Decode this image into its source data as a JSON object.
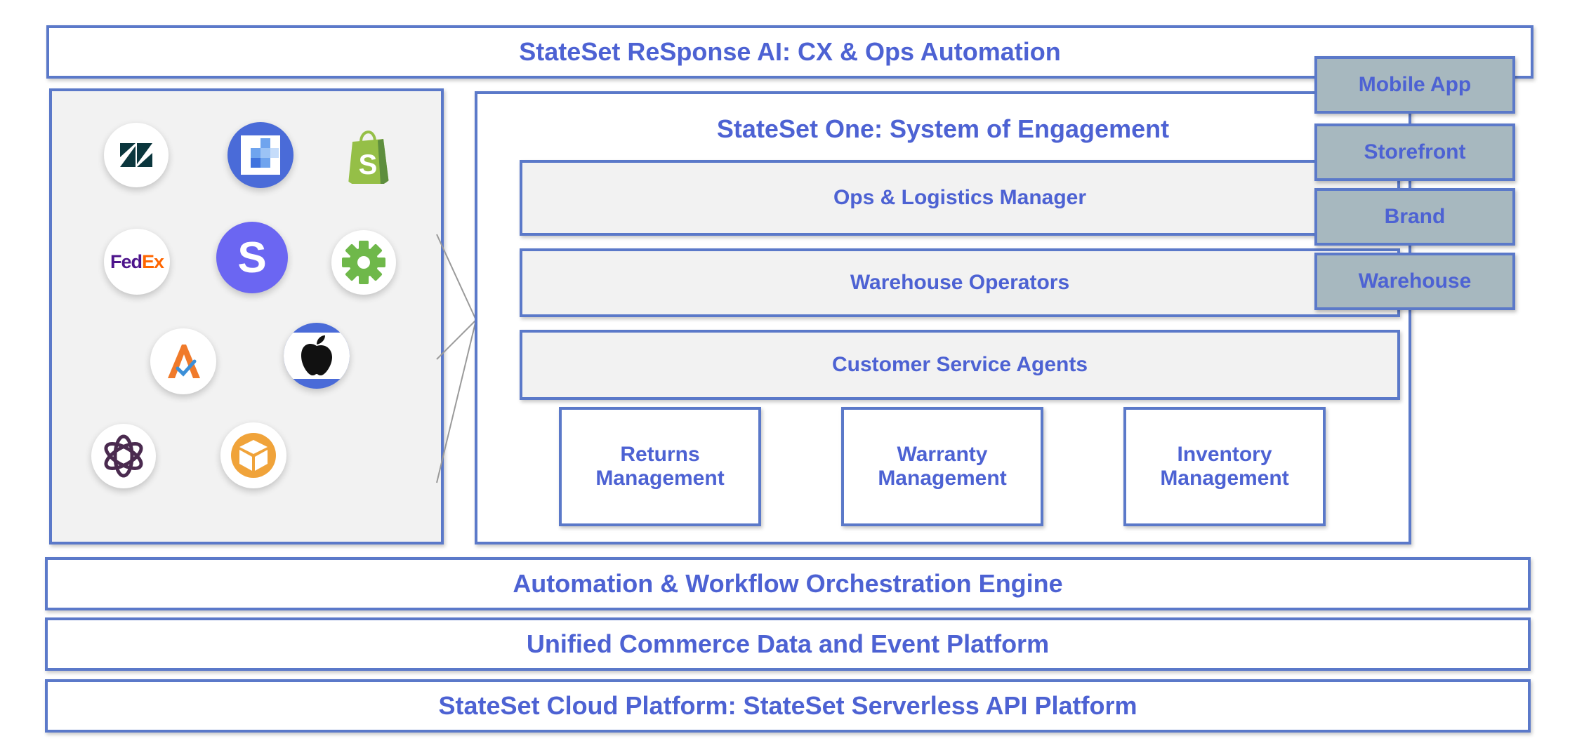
{
  "top_bar": {
    "title": "StateSet ReSponse AI: CX & Ops Automation"
  },
  "integrations": {
    "icons": [
      "zendesk-icon",
      "spreadsheet-icon",
      "shopify-icon",
      "fedex-icon",
      "stateset-icon",
      "gear-icon",
      "route-icon",
      "apple-icon",
      "openai-icon",
      "package-icon"
    ],
    "fedex_text_fed": "Fed",
    "fedex_text_ex": "Ex",
    "stateset_letter": "S"
  },
  "engagement": {
    "title": "StateSet One: System of Engagement",
    "layers": [
      {
        "label": "Ops & Logistics Manager"
      },
      {
        "label": "Warehouse Operators"
      },
      {
        "label": "Customer Service Agents"
      }
    ],
    "modules": [
      {
        "line1": "Returns",
        "line2": "Management"
      },
      {
        "line1": "Warranty",
        "line2": "Management"
      },
      {
        "line1": "Inventory",
        "line2": "Management"
      }
    ]
  },
  "channels": [
    {
      "label": "Mobile App"
    },
    {
      "label": "Storefront"
    },
    {
      "label": "Brand"
    },
    {
      "label": "Warehouse"
    }
  ],
  "platform_layers": {
    "automation": "Automation & Workflow Orchestration Engine",
    "data": "Unified Commerce Data and Event Platform",
    "cloud": "StateSet Cloud Platform: StateSet Serverless API Platform"
  },
  "colors": {
    "accent_text": "#4d62d3",
    "border": "#5b79c9",
    "channel_fill": "#a7b8bf",
    "panel_fill": "#f2f2f2"
  }
}
